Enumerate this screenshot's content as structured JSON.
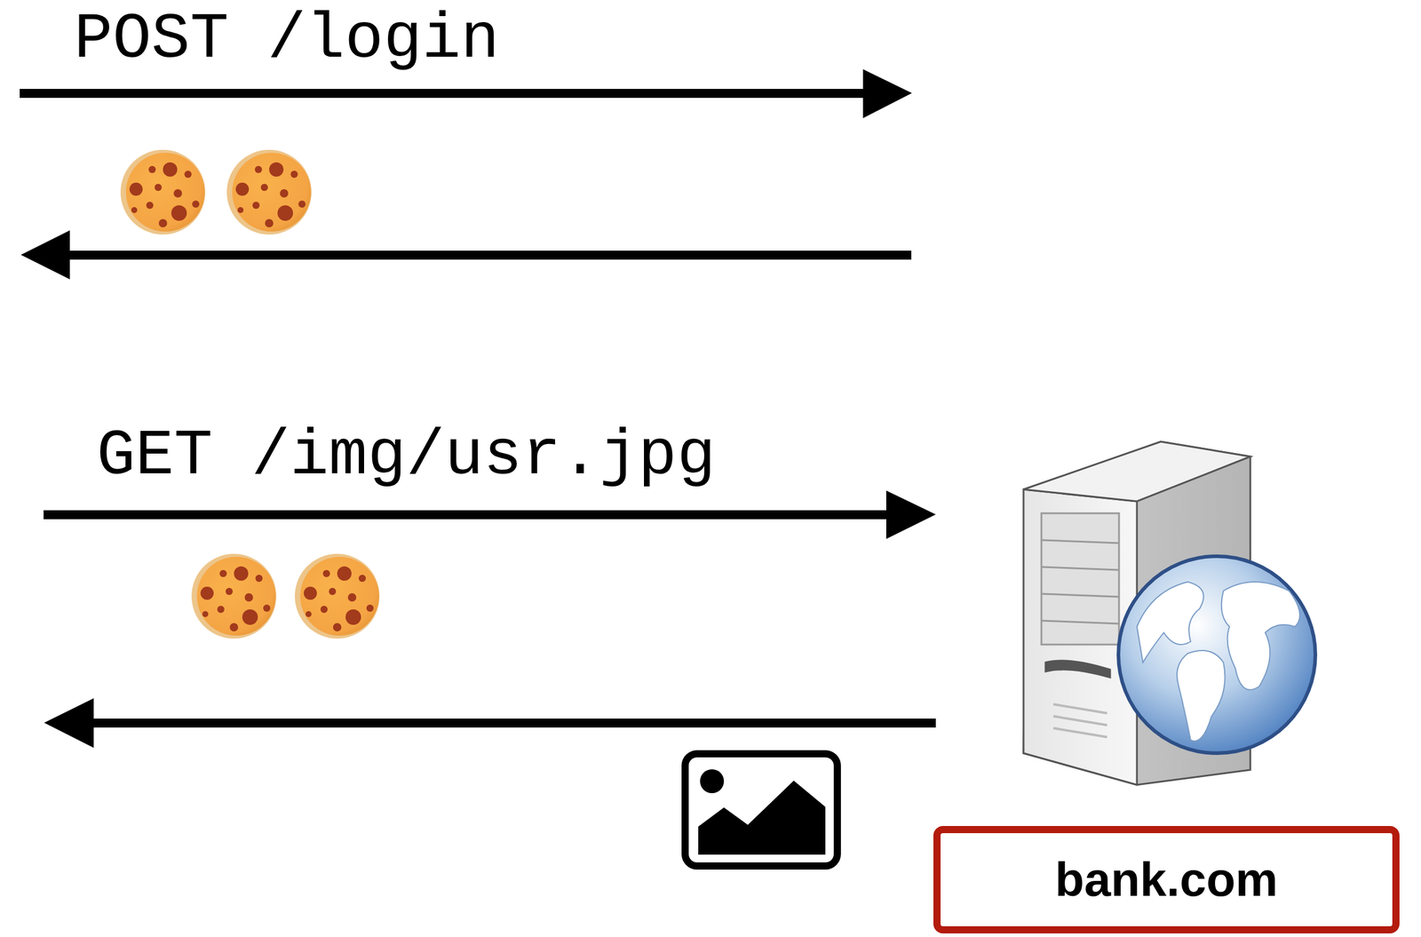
{
  "diagram": {
    "nodes": [
      {
        "text": [
          "bank.com"
        ]
      }
    ],
    "labels": [
      "POST /login",
      "GET /img/usr.jpg"
    ]
  }
}
